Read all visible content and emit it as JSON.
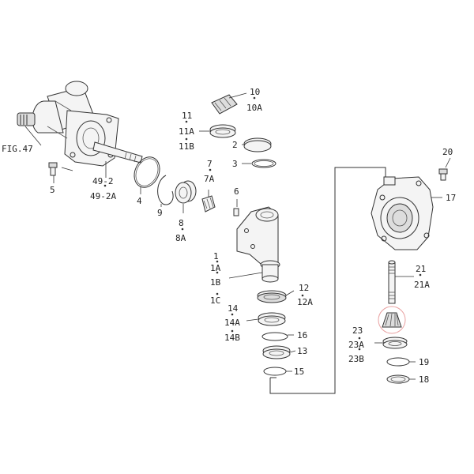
{
  "figure_ref": "FIG.47",
  "labels": {
    "l10": "10",
    "l10A": "10A",
    "l11": "11",
    "l11A": "11A",
    "l11B": "11B",
    "l2": "2",
    "l3": "3",
    "l7": "7",
    "l7A": "7A",
    "l6": "6",
    "l5": "5",
    "l49_2": "49-2",
    "l49_2A": "49-2A",
    "l4": "4",
    "l9": "9",
    "l8": "8",
    "l8A": "8A",
    "l1": "1",
    "l1A": "1A",
    "l1B": "1B",
    "l1C": "1C",
    "l12": "12",
    "l12A": "12A",
    "l14": "14",
    "l14A": "14A",
    "l14B": "14B",
    "l16": "16",
    "l13": "13",
    "l15": "15",
    "l20": "20",
    "l17": "17",
    "l21": "21",
    "l21A": "21A",
    "l23": "23",
    "l23A": "23A",
    "l23B": "23B",
    "l19": "19",
    "l18": "18"
  }
}
